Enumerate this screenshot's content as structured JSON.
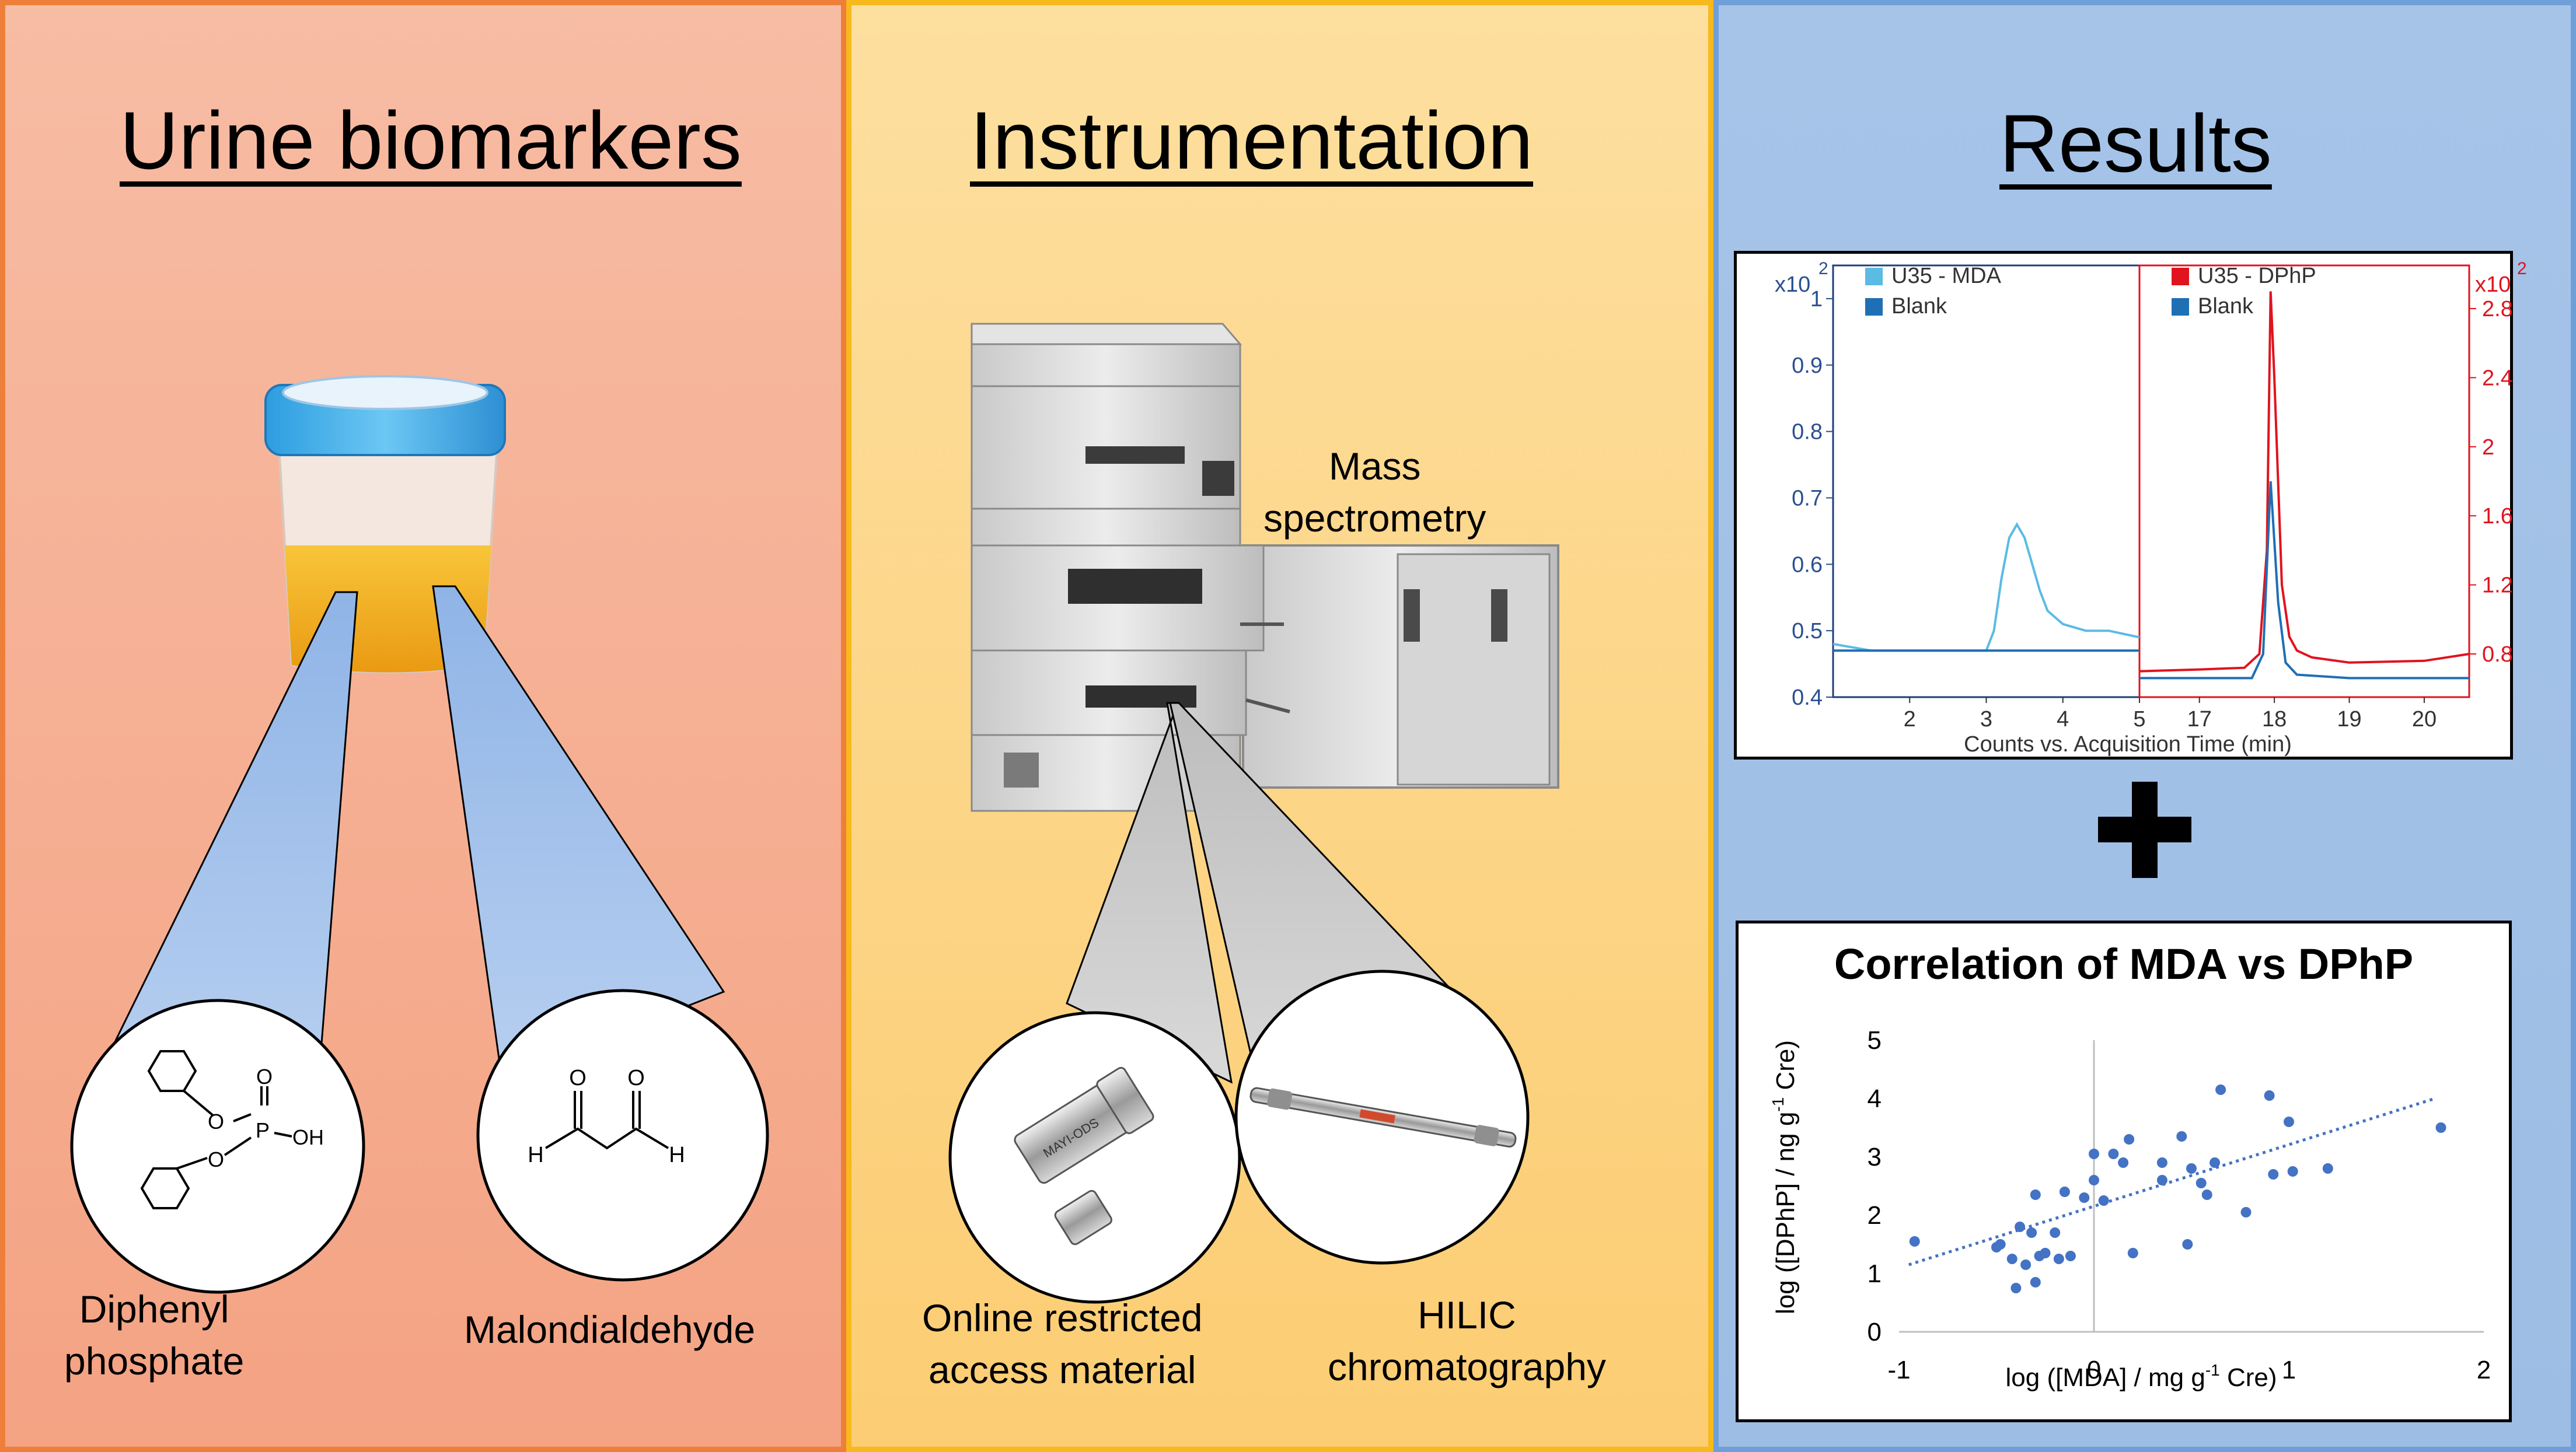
{
  "panels": {
    "left": {
      "title": "Urine biomarkers",
      "label_1": "Diphenyl\nphosphate",
      "label_2": "Malondialdehyde",
      "struct_dphp_oh": "OH",
      "struct_dphp_p": "P",
      "struct_o": "O",
      "struct_h": "H"
    },
    "middle": {
      "title": "Instrumentation",
      "ms_label": "Mass\nspectrometry",
      "label_1": "Online restricted\naccess material",
      "label_2": "HILIC\nchromatography",
      "ram_text": "MAYI-ODS"
    },
    "right": {
      "title": "Results",
      "plus": "+"
    }
  },
  "colors": {
    "left_bg": "#f4a383",
    "middle_bg": "#fccd73",
    "right_bg": "#9dbde4",
    "mda_line": "#5bbbe4",
    "blank_line": "#1f6fb5",
    "dphp_line": "#e0131e",
    "scatter": "#4472c4"
  },
  "chart_data": [
    {
      "type": "line",
      "xlabel": "Counts vs. Acquisition Time (min)",
      "left": {
        "y_multiplier": "x10",
        "y_exponent": "2",
        "xlim": [
          1,
          5
        ],
        "ylim": [
          0.4,
          1.05
        ],
        "x_ticks": [
          "2",
          "3",
          "4",
          "5"
        ],
        "y_ticks": [
          "0.4",
          "0.5",
          "0.6",
          "0.7",
          "0.8",
          "0.9",
          "1"
        ],
        "series": [
          {
            "name": "U35 - MDA",
            "color": "#5bbbe4",
            "x": [
              1,
              1.5,
              2,
              2.5,
              3.0,
              3.1,
              3.2,
              3.3,
              3.4,
              3.5,
              3.6,
              3.7,
              3.8,
              3.9,
              4.0,
              4.3,
              4.6,
              5
            ],
            "y": [
              0.48,
              0.47,
              0.47,
              0.47,
              0.47,
              0.5,
              0.58,
              0.64,
              0.66,
              0.64,
              0.6,
              0.56,
              0.53,
              0.52,
              0.51,
              0.5,
              0.5,
              0.49
            ]
          },
          {
            "name": "Blank",
            "color": "#1f6fb5",
            "x": [
              1,
              2,
              3,
              4,
              5
            ],
            "y": [
              0.47,
              0.47,
              0.47,
              0.47,
              0.47
            ]
          }
        ]
      },
      "right": {
        "y_multiplier": "x10",
        "y_exponent": "2",
        "xlim": [
          16.2,
          20.6
        ],
        "ylim": [
          0.55,
          3.05
        ],
        "x_ticks": [
          "17",
          "18",
          "19",
          "20"
        ],
        "y_ticks": [
          "0.8",
          "1.2",
          "1.6",
          "2",
          "2.4",
          "2.8"
        ],
        "series": [
          {
            "name": "U35 - DPhP",
            "color": "#e0131e",
            "x": [
              16.2,
              17,
              17.6,
              17.8,
              17.9,
              17.95,
              18.0,
              18.1,
              18.2,
              18.3,
              18.5,
              19,
              20,
              20.6
            ],
            "y": [
              0.7,
              0.71,
              0.72,
              0.8,
              1.4,
              2.9,
              2.4,
              1.2,
              0.9,
              0.82,
              0.78,
              0.75,
              0.76,
              0.8
            ]
          },
          {
            "name": "Blank",
            "color": "#1f6fb5",
            "x": [
              16.2,
              17,
              17.7,
              17.85,
              17.95,
              18.05,
              18.15,
              18.3,
              19,
              20.6
            ],
            "y": [
              0.66,
              0.66,
              0.66,
              0.8,
              1.8,
              1.1,
              0.75,
              0.68,
              0.66,
              0.66
            ]
          }
        ]
      }
    },
    {
      "type": "scatter",
      "title": "Correlation of MDA vs DPhP",
      "xlabel": "log ([MDA] / mg  g",
      "xlabel_sup": "-1",
      "xlabel_end": " Cre)",
      "ylabel": "log ([DPhP] / ng  g",
      "ylabel_sup": "-1",
      "ylabel_end": " Cre)",
      "xlim": [
        -1,
        2
      ],
      "ylim": [
        0,
        5
      ],
      "x_ticks": [
        "-1",
        "0",
        "1",
        "2"
      ],
      "y_ticks": [
        "0",
        "1",
        "2",
        "3",
        "4",
        "5"
      ],
      "trendline": {
        "x": [
          -0.95,
          1.75
        ],
        "y": [
          1.15,
          4.0
        ]
      },
      "points": [
        [
          -0.92,
          1.55
        ],
        [
          -0.5,
          1.45
        ],
        [
          -0.48,
          1.5
        ],
        [
          -0.42,
          1.25
        ],
        [
          -0.4,
          0.75
        ],
        [
          -0.38,
          1.8
        ],
        [
          -0.35,
          1.15
        ],
        [
          -0.32,
          1.7
        ],
        [
          -0.3,
          2.35
        ],
        [
          -0.3,
          0.85
        ],
        [
          -0.28,
          1.3
        ],
        [
          -0.25,
          1.35
        ],
        [
          -0.2,
          1.7
        ],
        [
          -0.18,
          1.25
        ],
        [
          -0.15,
          2.4
        ],
        [
          -0.12,
          1.3
        ],
        [
          -0.05,
          2.3
        ],
        [
          0.0,
          3.05
        ],
        [
          0.0,
          2.6
        ],
        [
          0.05,
          2.25
        ],
        [
          0.1,
          3.05
        ],
        [
          0.15,
          2.9
        ],
        [
          0.18,
          3.3
        ],
        [
          0.2,
          1.35
        ],
        [
          0.35,
          2.6
        ],
        [
          0.35,
          2.9
        ],
        [
          0.45,
          3.35
        ],
        [
          0.48,
          1.5
        ],
        [
          0.5,
          2.8
        ],
        [
          0.55,
          2.55
        ],
        [
          0.58,
          2.35
        ],
        [
          0.62,
          2.9
        ],
        [
          0.65,
          4.15
        ],
        [
          0.78,
          2.05
        ],
        [
          0.9,
          4.05
        ],
        [
          0.92,
          2.7
        ],
        [
          1.0,
          3.6
        ],
        [
          1.02,
          2.75
        ],
        [
          1.2,
          2.8
        ],
        [
          1.78,
          3.5
        ]
      ]
    }
  ]
}
